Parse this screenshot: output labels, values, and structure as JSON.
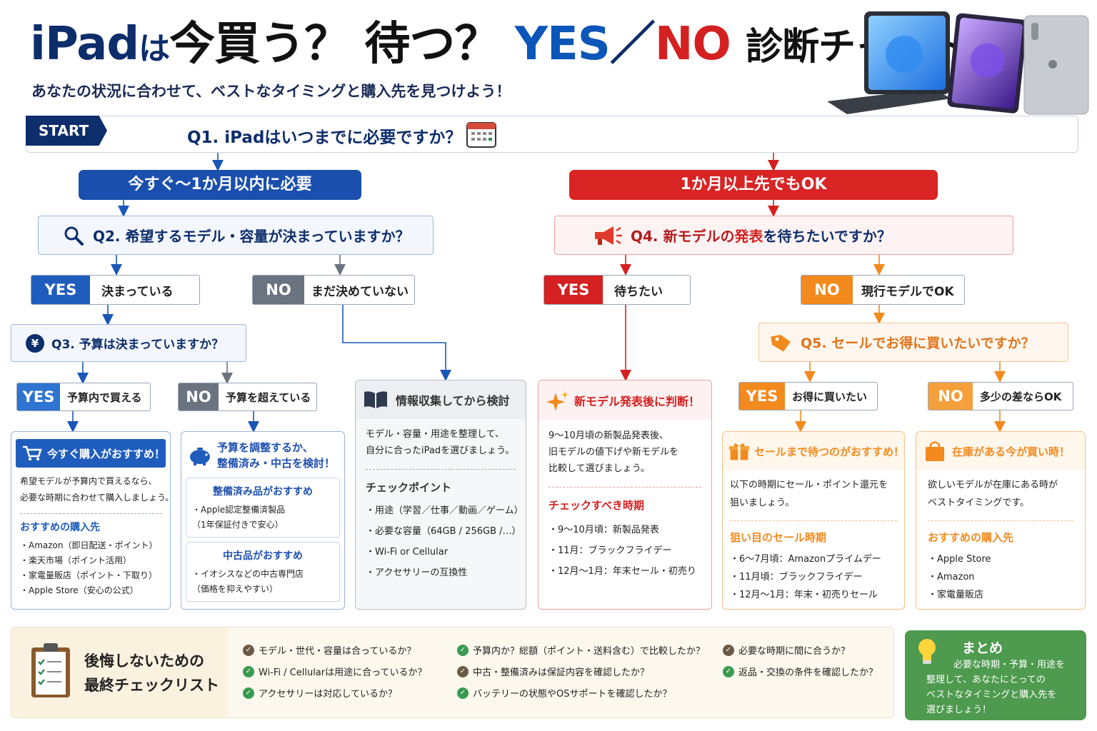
{
  "title": {
    "ipad": "iPad",
    "ha": "は",
    "imakau": "今買う",
    "q1": "？",
    "matsu": "待つ",
    "q2": "？",
    "yes": "YES",
    "slash": "／",
    "no": "NO",
    "diag": "診断チャート"
  },
  "subtitle": "あなたの状況に合わせて、ベストなタイミングと購入先を見つけよう！",
  "start": {
    "label": "START",
    "q1": "Q1.  iPadはいつまでに必要ですか？"
  },
  "branch_left": "今すぐ～1か月以内に必要",
  "branch_right": "1か月以上先でもOK",
  "q2": "Q2.  希望するモデル・容量が決まっていますか？",
  "q2_yes": {
    "tag": "YES",
    "text": "決まっている"
  },
  "q2_no": {
    "tag": "NO",
    "text": "まだ決めていない"
  },
  "q3": "Q3.  予算は決まっていますか？",
  "q3_yes": {
    "tag": "YES",
    "text": "予算内で買える"
  },
  "q3_no": {
    "tag": "NO",
    "text": "予算を超えている"
  },
  "q4": {
    "pre": "Q4.  新モデルの",
    "em": "発表",
    "post": "を待ちたいですか？"
  },
  "q4_yes": {
    "tag": "YES",
    "text": "待ちたい"
  },
  "q4_no": {
    "tag": "NO",
    "text": "現行モデルでOK"
  },
  "q5": "Q5.  セールでお得に買いたいですか？",
  "q5_yes": {
    "tag": "YES",
    "text": "お得に買いたい"
  },
  "q5_no": {
    "tag": "NO",
    "text": "多少の差ならOK"
  },
  "card_buy_now": {
    "title": "今すぐ購入がおすすめ！",
    "desc": [
      "希望モデルが予算内で買えるなら、",
      "必要な時期に合わせて購入しましょう。"
    ],
    "sub": "おすすめの購入先",
    "items": [
      "・Amazon（即日配送・ポイント）",
      "・楽天市場（ポイント活用）",
      "・家電量販店（ポイント・下取り）",
      "・Apple Store（安心の公式）"
    ]
  },
  "card_adjust": {
    "title": [
      "予算を調整するか、",
      "整備済み・中古を検討！"
    ],
    "refurb_title": "整備済み品がおすすめ",
    "refurb_items": [
      "・Apple認定整備済製品",
      "（1年保証付きで安心）"
    ],
    "used_title": "中古品がおすすめ",
    "used_items": [
      "・イオシスなどの中古専門店",
      "（価格を抑えやすい）"
    ]
  },
  "card_research": {
    "title": "情報収集してから検討",
    "desc": [
      "モデル・容量・用途を整理して、",
      "自分に合ったiPadを選びましょう。"
    ],
    "sub": "チェックポイント",
    "items": [
      "・用途（学習／仕事／動画／ゲーム）",
      "・必要な容量（64GB / 256GB /…）",
      "・Wi-Fi or Cellular",
      "・アクセサリーの互換性"
    ]
  },
  "card_new_model": {
    "title": "新モデル発表後に判断！",
    "desc": [
      "9～10月頃の新製品発表後、",
      "旧モデルの値下げや新モデルを",
      "比較して選びましょう。"
    ],
    "sub": "チェックすべき時期",
    "items": [
      "・9～10月頃：新製品発表",
      "・11月：ブラックフライデー",
      "・12月～1月：年末セール・初売り"
    ]
  },
  "card_sale": {
    "title": "セールまで待つのがおすすめ！",
    "desc": [
      "以下の時期にセール・ポイント還元を",
      "狙いましょう。"
    ],
    "sub": "狙い目のセール時期",
    "items": [
      "・6～7月頃：Amazonプライムデー",
      "・11月頃：ブラックフライデー",
      "・12月～1月：年末・初売りセール"
    ]
  },
  "card_stock": {
    "title": "在庫がある今が買い時！",
    "desc": [
      "欲しいモデルが在庫にある時が",
      "ベストタイミングです。"
    ],
    "sub": "おすすめの購入先",
    "items": [
      "・Apple Store",
      "・Amazon",
      "・家電量販店"
    ]
  },
  "checklist": {
    "title": [
      "後悔しないための",
      "最終チェックリスト"
    ],
    "items": [
      "モデル・世代・容量は合っているか？",
      "Wi-Fi / Cellularは用途に合っているか？",
      "アクセサリーは対応しているか？",
      "予算内か？総額（ポイント・送料含む）で比較したか？",
      "中古・整備済みは保証内容を確認したか？",
      "バッテリーの状態やOSサポートを確認したか？",
      "必要な時期に間に合うか？",
      "返品・交換の条件を確認したか？"
    ]
  },
  "summary": {
    "title": "まとめ",
    "text": [
      "必要な時期・予算・用途を",
      "整理して、あなたにとっての",
      "ベストなタイミングと購入先を",
      "選びましょう！"
    ]
  },
  "colors": {
    "navy": "#0d2d6b",
    "blue": "#1a56b8",
    "red": "#d42020",
    "orange": "#f28a1e",
    "gray": "#6b7280",
    "green": "#4e9a4e"
  }
}
